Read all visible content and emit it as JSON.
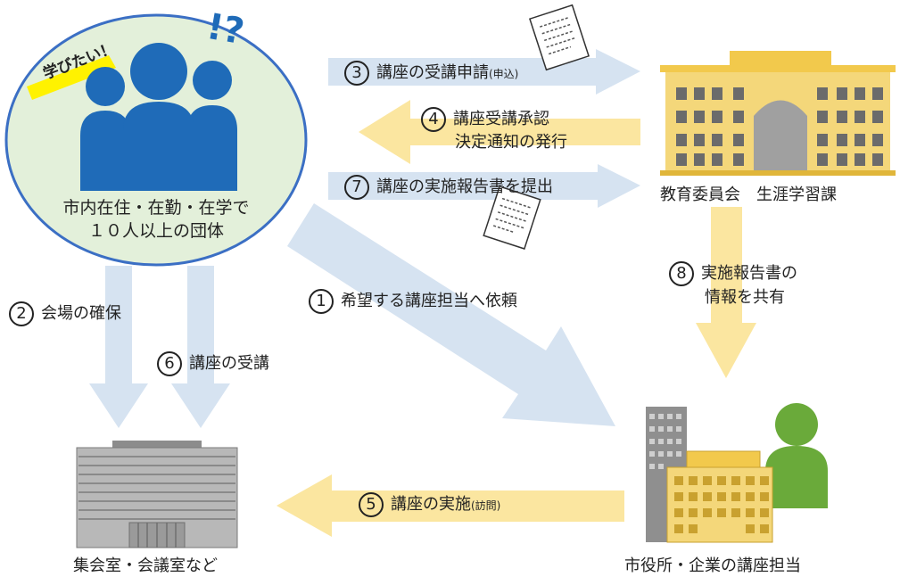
{
  "group": {
    "speech": "学びたい！",
    "exclaim": "!?",
    "line1": "市内在住・在勤・在学で",
    "line2": "１０人以上の団体"
  },
  "steps": {
    "s1": {
      "num": "1",
      "text": "希望する講座担当へ依頼"
    },
    "s2": {
      "num": "2",
      "text": "会場の確保"
    },
    "s3": {
      "num": "3",
      "text": "講座の受講申請",
      "note": "(申込)"
    },
    "s4": {
      "num": "4",
      "line1": "講座受講承認",
      "line2": "決定通知の発行"
    },
    "s5": {
      "num": "5",
      "text": "講座の実施",
      "note": "(訪問)"
    },
    "s6": {
      "num": "6",
      "text": "講座の受講"
    },
    "s7": {
      "num": "7",
      "text": "講座の実施報告書を提出"
    },
    "s8": {
      "num": "8",
      "line1": "実施報告書の",
      "line2": "情報を共有"
    }
  },
  "places": {
    "board": "教育委員会　生涯学習課",
    "venue": "集会室・会議室など",
    "provider": "市役所・企業の講座担当"
  },
  "colors": {
    "blue_arrow": "#d6e3f1",
    "yellow_arrow": "#fbe6a0",
    "people": "#1f6bb8",
    "circle_fill": "#e3f0da",
    "circle_stroke": "#3b6fc4",
    "building": "#f2c94c",
    "green_person": "#6aaa3a"
  }
}
